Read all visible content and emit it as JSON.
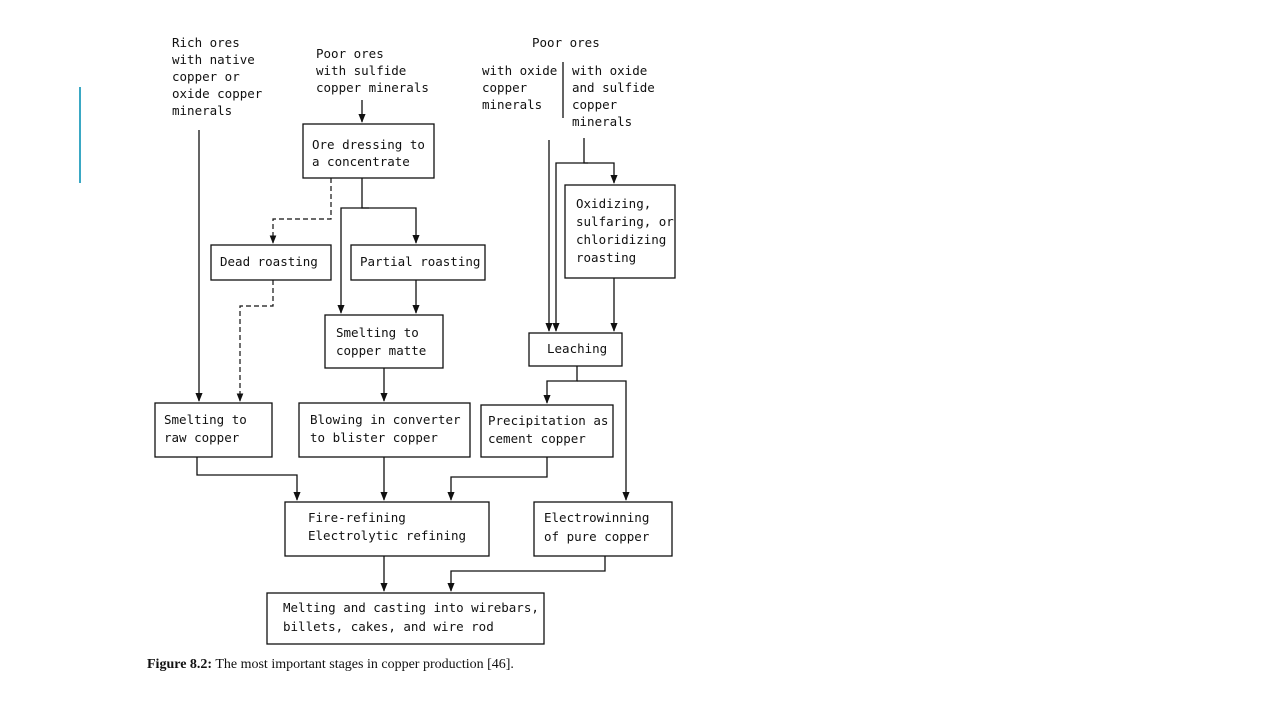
{
  "sources": {
    "rich_ores": [
      "Rich ores",
      "with native",
      "copper or",
      "oxide copper",
      "minerals"
    ],
    "poor_sulfide": [
      "Poor ores",
      "with sulfide",
      "copper minerals"
    ],
    "poor_ores_header": "Poor ores",
    "poor_oxide": [
      "with oxide",
      "copper",
      "minerals"
    ],
    "poor_oxide_sulfide": [
      "with oxide",
      "and sulfide",
      "copper",
      "minerals"
    ]
  },
  "boxes": {
    "ore_dressing": [
      "Ore dressing to",
      "a concentrate"
    ],
    "dead_roasting": [
      "Dead roasting"
    ],
    "partial_roasting": [
      "Partial roasting"
    ],
    "oxidizing": [
      "Oxidizing,",
      "sulfaring, or",
      "chloridizing",
      "roasting"
    ],
    "smelting_matte": [
      "Smelting to",
      "copper matte"
    ],
    "leaching": [
      "Leaching"
    ],
    "smelting_raw": [
      "Smelting to",
      "raw copper"
    ],
    "blowing": [
      "Blowing in converter",
      "to blister copper"
    ],
    "precipitation": [
      "Precipitation as",
      "cement copper"
    ],
    "fire_refining": [
      "Fire-refining",
      "Electrolytic refining"
    ],
    "electrowinning": [
      "Electrowinning",
      "of pure copper"
    ],
    "melting": [
      "Melting and casting into wirebars,",
      "billets, cakes, and wire rod"
    ]
  },
  "caption": {
    "label": "Figure 8.2:",
    "text": " The most important stages in copper production [46]."
  }
}
